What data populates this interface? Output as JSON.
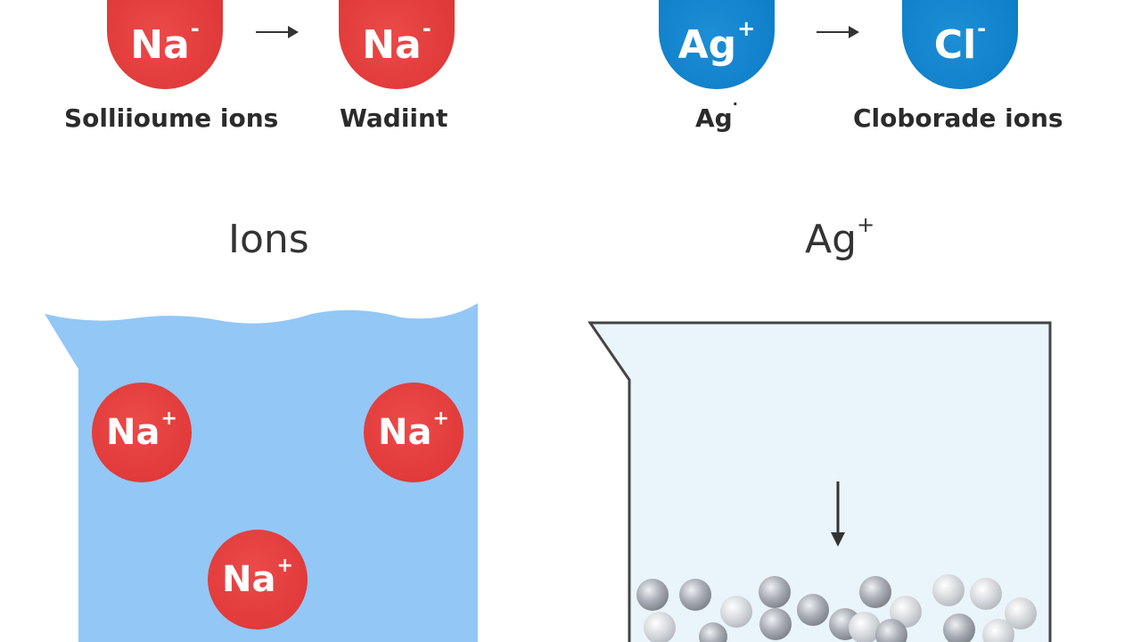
{
  "top_row": {
    "left_ion_1": {
      "symbol": "Na",
      "charge": "-"
    },
    "left_ion_2": {
      "symbol": "Na",
      "charge": "-"
    },
    "left_label_1": "Solliioume ions",
    "left_label_2": "Wadiint",
    "right_ion_1": {
      "symbol": "Ag",
      "charge": "+"
    },
    "right_ion_2": {
      "symbol": "Cl",
      "charge": "-"
    },
    "right_label_1": "Ag",
    "right_label_1_charge": "·",
    "right_label_2": "Cloborade ions"
  },
  "headings": {
    "left": "Ions",
    "right_symbol": "Ag",
    "right_charge": "+"
  },
  "left_beaker": {
    "ions": [
      {
        "symbol": "Na",
        "charge": "+"
      },
      {
        "symbol": "Na",
        "charge": "+"
      },
      {
        "symbol": "Na",
        "charge": "+"
      }
    ]
  },
  "colors": {
    "sodium": "#dc3434",
    "silver_chloride": "#0b7bc6",
    "solution": "#93c7f6",
    "precipitate_container": "#eaf4fb",
    "precipitate": "#a9adb3"
  }
}
